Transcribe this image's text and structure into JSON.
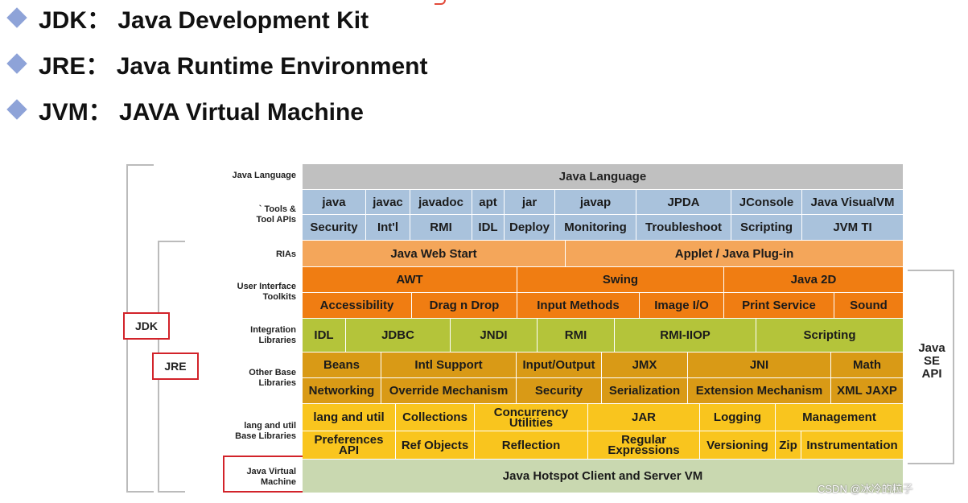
{
  "bullets": [
    "JDK： Java Development Kit",
    "JRE： Java Runtime Environment",
    "JVM： JAVA Virtual Machine"
  ],
  "labels": {
    "jdk": "JDK",
    "jre": "JRE",
    "java_se_api_1": "Java",
    "java_se_api_2": "SE",
    "java_se_api_3": "API",
    "watermark": "CSDN @冰冷的粒子"
  },
  "row_labels": {
    "java_language": "Java Language",
    "tools_1": "` Tools &",
    "tools_2": "Tool APIs",
    "rias": "RIAs",
    "ui_1": "User Interface",
    "ui_2": "Toolkits",
    "integration_1": "Integration",
    "integration_2": "Libraries",
    "other_1": "Other Base",
    "other_2": "Libraries",
    "lang_1": "lang and util",
    "lang_2": "Base Libraries",
    "jvm_1": "Java Virtual",
    "jvm_2": "Machine"
  },
  "cells": {
    "java_language": "Java Language",
    "java": "java",
    "javac": "javac",
    "javadoc": "javadoc",
    "apt": "apt",
    "jar": "jar",
    "javap": "javap",
    "jpda": "JPDA",
    "jconsole": "JConsole",
    "visualvm": "Java VisualVM",
    "security_t": "Security",
    "intl_t": "Int'l",
    "rmi_t": "RMI",
    "idl_t": "IDL",
    "deploy": "Deploy",
    "monitoring": "Monitoring",
    "troubleshoot": "Troubleshoot",
    "scripting_t": "Scripting",
    "jvmti": "JVM TI",
    "web_start": "Java Web Start",
    "applet": "Applet / Java Plug-in",
    "awt": "AWT",
    "swing": "Swing",
    "java2d": "Java 2D",
    "accessibility": "Accessibility",
    "dragdrop": "Drag n Drop",
    "input_methods": "Input Methods",
    "image_io": "Image I/O",
    "print_service": "Print Service",
    "sound": "Sound",
    "idl": "IDL",
    "jdbc": "JDBC",
    "jndi": "JNDI",
    "rmi": "RMI",
    "rmi_iiop": "RMI-IIOP",
    "scripting": "Scripting",
    "beans": "Beans",
    "intl_support": "Intl Support",
    "input_output": "Input/Output",
    "jmx": "JMX",
    "jni": "JNI",
    "math": "Math",
    "networking": "Networking",
    "override": "Override Mechanism",
    "security": "Security",
    "serialization": "Serialization",
    "extension": "Extension Mechanism",
    "xml": "XML JAXP",
    "lang_util": "lang and util",
    "collections": "Collections",
    "concurrency_1": "Concurrency",
    "concurrency_2": "Utilities",
    "jar_lib": "JAR",
    "logging": "Logging",
    "management": "Management",
    "preferences_1": "Preferences",
    "preferences_2": "API",
    "ref_objects": "Ref Objects",
    "reflection": "Reflection",
    "regex_1": "Regular",
    "regex_2": "Expressions",
    "versioning": "Versioning",
    "zip": "Zip",
    "instrumentation": "Instrumentation",
    "hotspot": "Java Hotspot Client and Server VM"
  }
}
